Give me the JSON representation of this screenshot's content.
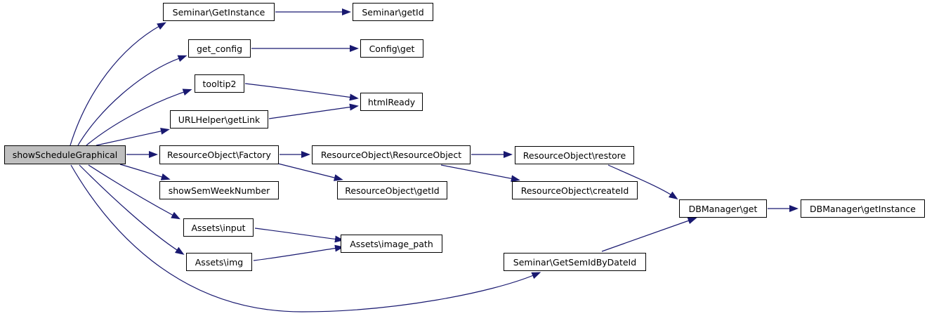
{
  "diagram": {
    "type": "call-graph",
    "root": "showScheduleGraphical",
    "colors": {
      "edge": "#191970",
      "node_border": "#000000",
      "node_fill": "#ffffff",
      "root_fill": "#bfbfbf",
      "background": "#ffffff",
      "text": "#000000"
    },
    "nodes": {
      "show_schedule_graphical": {
        "label": "showScheduleGraphical"
      },
      "seminar_get_instance": {
        "label": "Seminar\\GetInstance"
      },
      "seminar_get_id": {
        "label": "Seminar\\getId"
      },
      "get_config": {
        "label": "get_config"
      },
      "config_get": {
        "label": "Config\\get"
      },
      "tooltip2": {
        "label": "tooltip2"
      },
      "html_ready": {
        "label": "htmlReady"
      },
      "urlhelper_get_link": {
        "label": "URLHelper\\getLink"
      },
      "ro_factory": {
        "label": "ResourceObject\\Factory"
      },
      "ro_resource_object": {
        "label": "ResourceObject\\ResourceObject"
      },
      "ro_restore": {
        "label": "ResourceObject\\restore"
      },
      "show_sem_week_number": {
        "label": "showSemWeekNumber"
      },
      "ro_get_id": {
        "label": "ResourceObject\\getId"
      },
      "ro_create_id": {
        "label": "ResourceObject\\createId"
      },
      "assets_input": {
        "label": "Assets\\input"
      },
      "assets_img": {
        "label": "Assets\\img"
      },
      "assets_image_path": {
        "label": "Assets\\image_path"
      },
      "seminar_getsemidbydateid": {
        "label": "Seminar\\GetSemIdByDateId"
      },
      "dbmanager_get": {
        "label": "DBManager\\get"
      },
      "dbmanager_get_instance": {
        "label": "DBManager\\getInstance"
      }
    },
    "edges": [
      {
        "from": "showScheduleGraphical",
        "to": "Seminar\\GetInstance"
      },
      {
        "from": "showScheduleGraphical",
        "to": "get_config"
      },
      {
        "from": "showScheduleGraphical",
        "to": "tooltip2"
      },
      {
        "from": "showScheduleGraphical",
        "to": "URLHelper\\getLink"
      },
      {
        "from": "showScheduleGraphical",
        "to": "ResourceObject\\Factory"
      },
      {
        "from": "showScheduleGraphical",
        "to": "showSemWeekNumber"
      },
      {
        "from": "showScheduleGraphical",
        "to": "Assets\\input"
      },
      {
        "from": "showScheduleGraphical",
        "to": "Assets\\img"
      },
      {
        "from": "showScheduleGraphical",
        "to": "Seminar\\GetSemIdByDateId"
      },
      {
        "from": "Seminar\\GetInstance",
        "to": "Seminar\\getId"
      },
      {
        "from": "get_config",
        "to": "Config\\get"
      },
      {
        "from": "tooltip2",
        "to": "htmlReady"
      },
      {
        "from": "URLHelper\\getLink",
        "to": "htmlReady"
      },
      {
        "from": "ResourceObject\\Factory",
        "to": "ResourceObject\\ResourceObject"
      },
      {
        "from": "ResourceObject\\Factory",
        "to": "ResourceObject\\getId"
      },
      {
        "from": "ResourceObject\\ResourceObject",
        "to": "ResourceObject\\restore"
      },
      {
        "from": "ResourceObject\\ResourceObject",
        "to": "ResourceObject\\createId"
      },
      {
        "from": "ResourceObject\\restore",
        "to": "DBManager\\get"
      },
      {
        "from": "Seminar\\GetSemIdByDateId",
        "to": "DBManager\\get"
      },
      {
        "from": "Assets\\input",
        "to": "Assets\\image_path"
      },
      {
        "from": "Assets\\img",
        "to": "Assets\\image_path"
      },
      {
        "from": "DBManager\\get",
        "to": "DBManager\\getInstance"
      }
    ]
  }
}
